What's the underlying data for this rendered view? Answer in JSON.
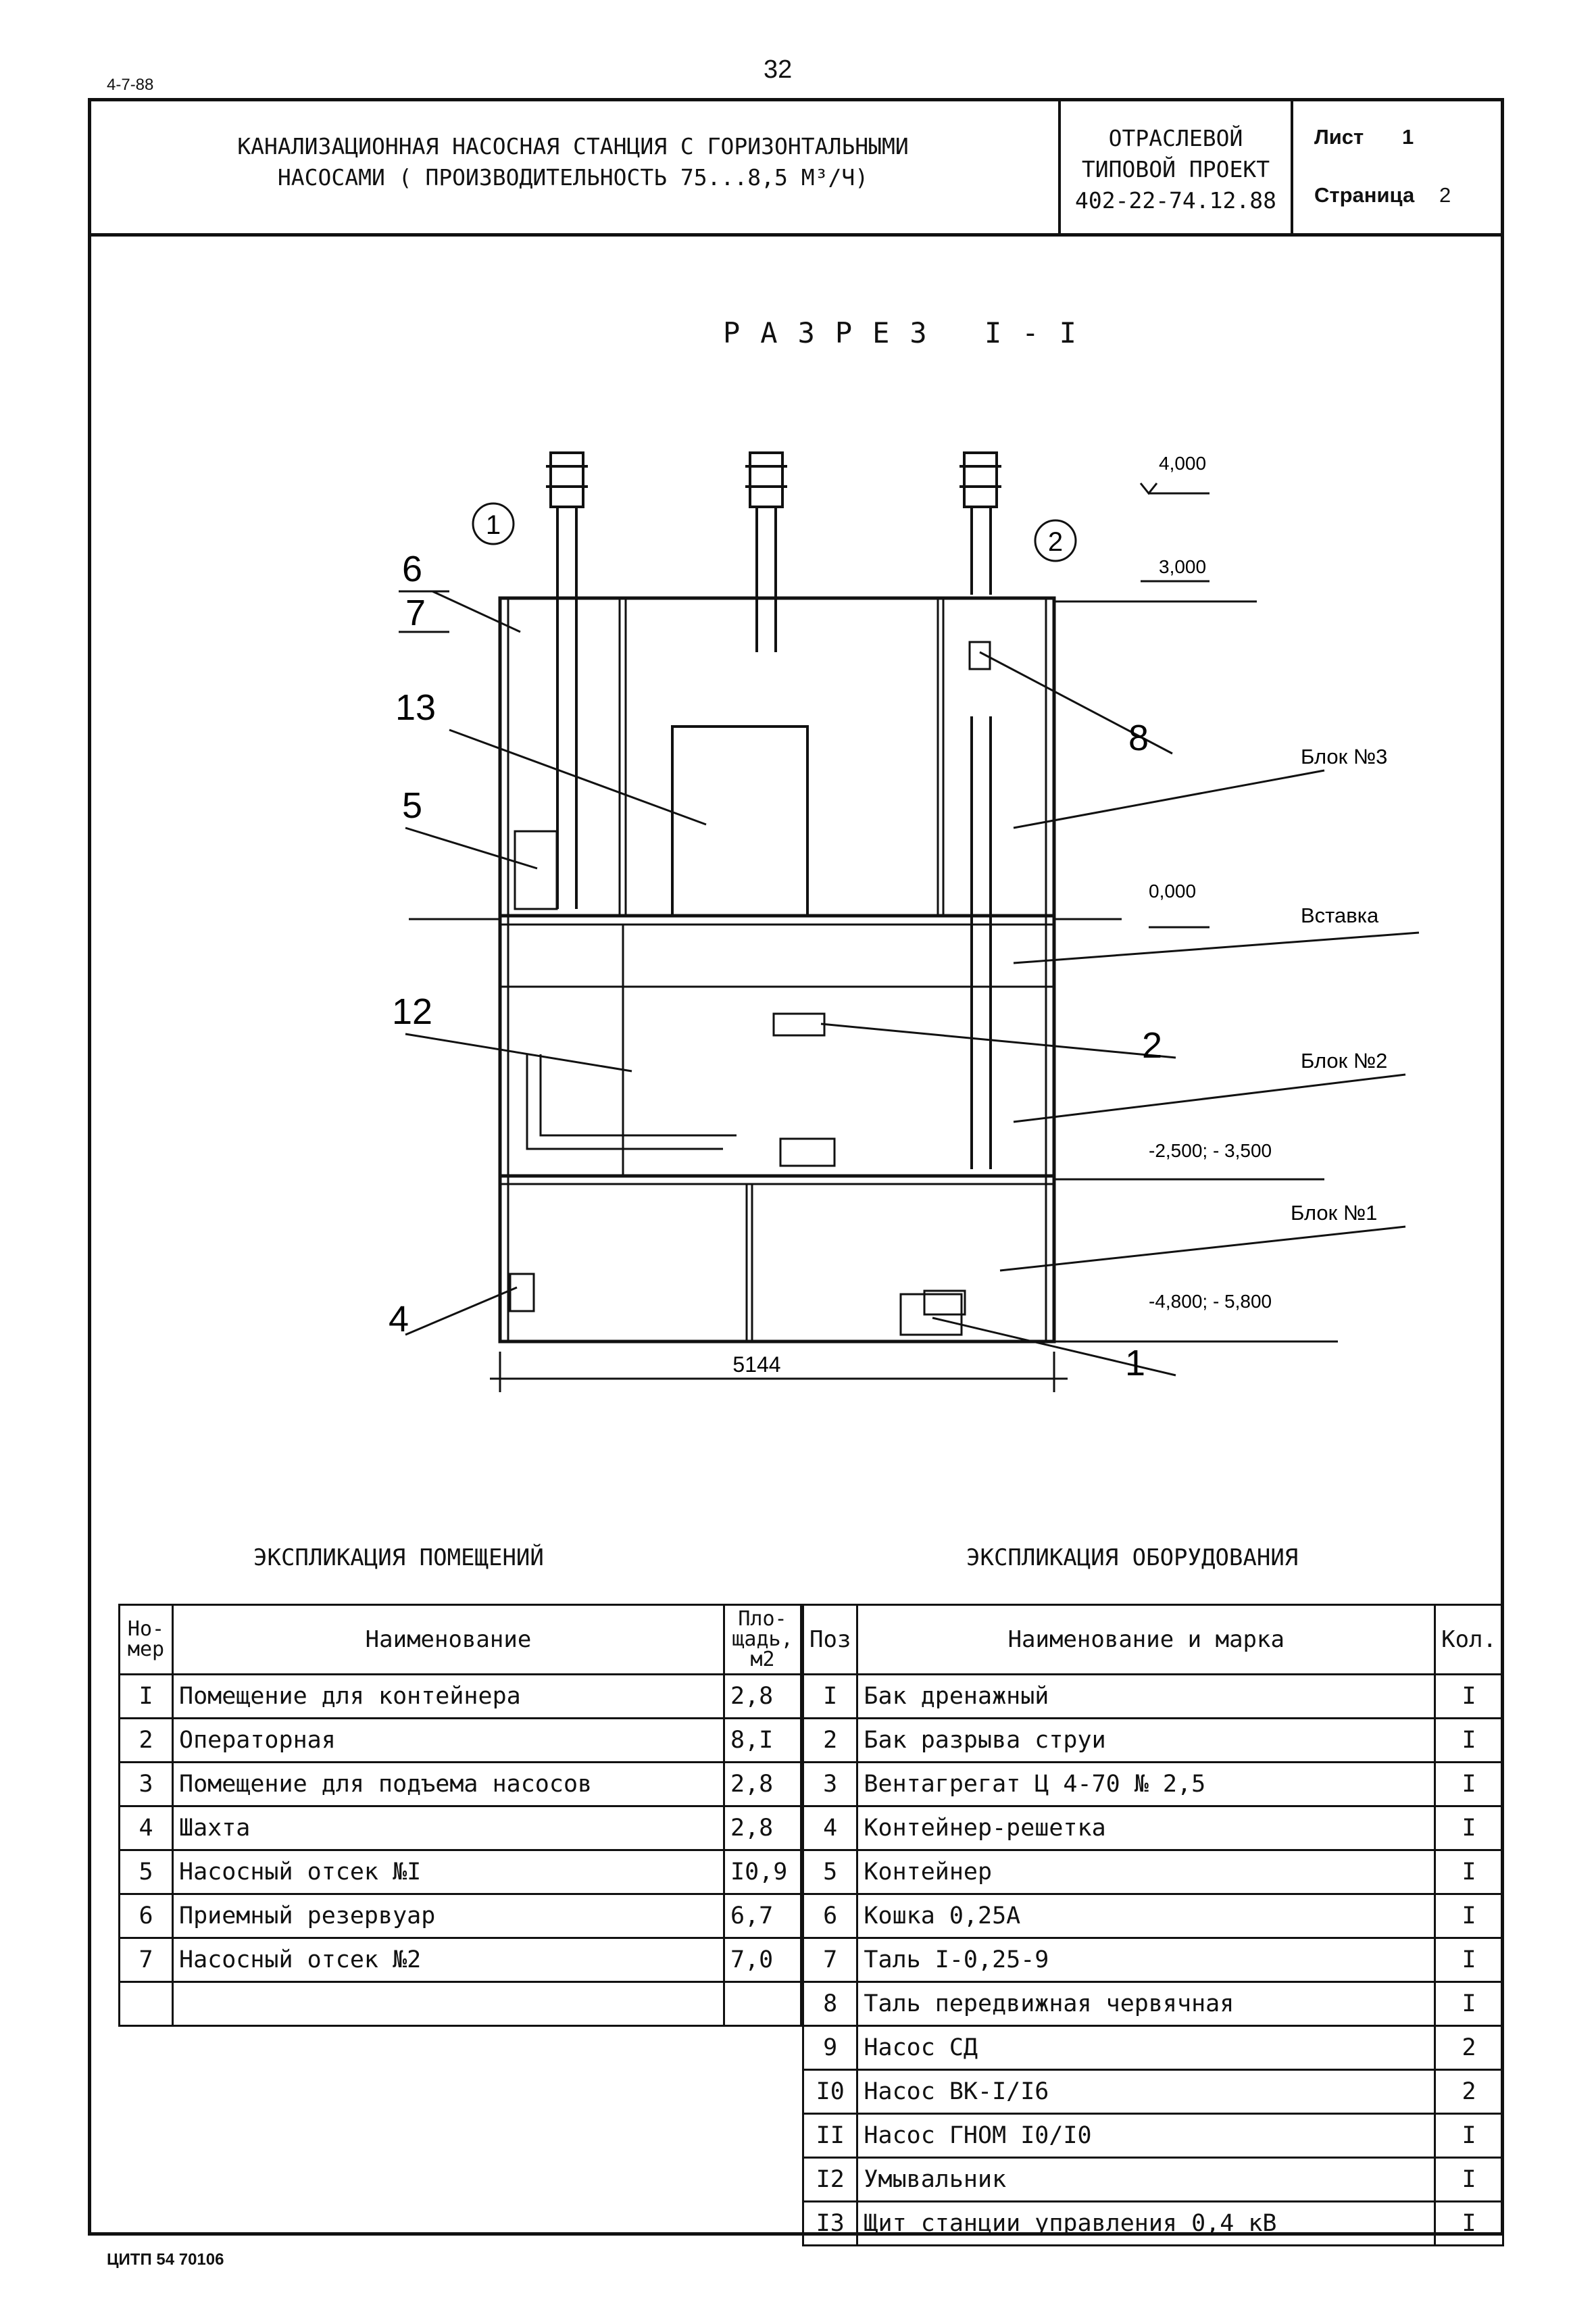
{
  "corner_code": "4-7-88",
  "page_number": "32",
  "title_block": {
    "title_line1": "КАНАЛИЗАЦИОННАЯ НАСОСНАЯ СТАНЦИЯ С ГОРИЗОНТАЛЬНЫМИ",
    "title_line2": "НАСОСАМИ ( ПРОИЗВОДИТЕЛЬНОСТЬ 75...8,5 М³/Ч)",
    "project_line1": "ОТРАСЛЕВОЙ",
    "project_line2": "ТИПОВОЙ ПРОЕКТ",
    "project_line3": "402-22-74.12.88",
    "sheet_label": "Лист",
    "sheet_value": "1",
    "page_label": "Страница",
    "page_value": "2"
  },
  "section_title": "РАЗРЕЗ I-I",
  "drawing": {
    "axis_left": "1",
    "axis_right": "2",
    "elevations": [
      "4,000",
      "3,000",
      "0,000",
      "-2,500; - 3,500",
      "-4,800; - 5,800"
    ],
    "dimension": "5144",
    "callouts": [
      "6",
      "7",
      "13",
      "5",
      "12",
      "4",
      "8",
      "2",
      "1"
    ],
    "blocks": [
      "Блок №3",
      "Вставка",
      "Блок №2",
      "Блок №1"
    ]
  },
  "rooms": {
    "caption": "ЭКСПЛИКАЦИЯ ПОМЕЩЕНИЙ",
    "headers": {
      "num_line1": "Но-",
      "num_line2": "мер",
      "name": "Наименование",
      "area_line1": "Пло-",
      "area_line2": "щадь,",
      "area_line3": "м2"
    },
    "rows": [
      {
        "num": "I",
        "name": "Помещение для контейнера",
        "area": "2,8"
      },
      {
        "num": "2",
        "name": "Операторная",
        "area": "8,I"
      },
      {
        "num": "3",
        "name": "Помещение для подъема насосов",
        "area": "2,8"
      },
      {
        "num": "4",
        "name": "Шахта",
        "area": "2,8"
      },
      {
        "num": "5",
        "name": "Насосный отсек №I",
        "area": "I0,9"
      },
      {
        "num": "6",
        "name": "Приемный резервуар",
        "area": "6,7"
      },
      {
        "num": "7",
        "name": "Насосный отсек №2",
        "area": "7,0"
      }
    ]
  },
  "equipment": {
    "caption": "ЭКСПЛИКАЦИЯ ОБОРУДОВАНИЯ",
    "headers": {
      "pos": "Поз",
      "name": "Наименование и марка",
      "qty": "Кол."
    },
    "rows": [
      {
        "pos": "I",
        "name": "Бак дренажный",
        "qty": "I"
      },
      {
        "pos": "2",
        "name": "Бак разрыва струи",
        "qty": "I"
      },
      {
        "pos": "3",
        "name": "Вентагрегат Ц 4-70 № 2,5",
        "qty": "I"
      },
      {
        "pos": "4",
        "name": "Контейнер-решетка",
        "qty": "I"
      },
      {
        "pos": "5",
        "name": "Контейнер",
        "qty": "I"
      },
      {
        "pos": "6",
        "name": "Кошка 0,25А",
        "qty": "I"
      },
      {
        "pos": "7",
        "name": "Таль I-0,25-9",
        "qty": "I"
      },
      {
        "pos": "8",
        "name": "Таль передвижная червячная",
        "qty": "I"
      },
      {
        "pos": "9",
        "name": "Насос СД",
        "qty": "2"
      },
      {
        "pos": "I0",
        "name": "Насос ВК-I/I6",
        "qty": "2"
      },
      {
        "pos": "II",
        "name": "Насос ГНОМ I0/I0",
        "qty": "I"
      },
      {
        "pos": "I2",
        "name": "Умывальник",
        "qty": "I"
      },
      {
        "pos": "I3",
        "name": "Щит станции управления 0,4 кВ",
        "qty": "I"
      }
    ]
  },
  "footer": "ЦИТП 54 70106"
}
